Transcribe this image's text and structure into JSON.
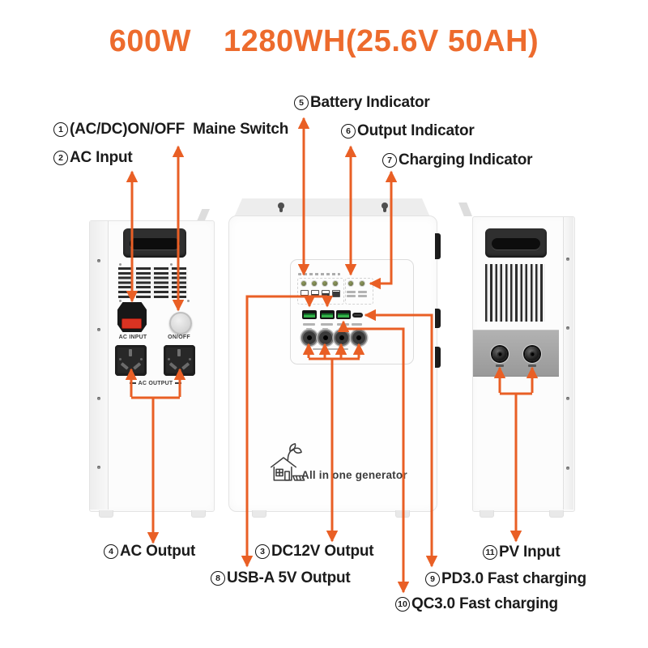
{
  "title": {
    "wattage": "600W",
    "capacity": "1280WH(25.6V 50AH)"
  },
  "callouts": [
    {
      "num": "1",
      "label": "(AC/DC)ON/OFF  Maine Switch"
    },
    {
      "num": "2",
      "label": "AC Input"
    },
    {
      "num": "3",
      "label": "DC12V Output"
    },
    {
      "num": "4",
      "label": "AC Output"
    },
    {
      "num": "5",
      "label": "Battery Indicator"
    },
    {
      "num": "6",
      "label": "Output Indicator"
    },
    {
      "num": "7",
      "label": "Charging Indicator"
    },
    {
      "num": "8",
      "label": "USB-A 5V Output"
    },
    {
      "num": "9",
      "label": "PD3.0 Fast charging"
    },
    {
      "num": "10",
      "label": "QC3.0 Fast charging"
    },
    {
      "num": "11",
      "label": "PV Input"
    }
  ],
  "left_panel": {
    "ac_input_label": "AC INPUT",
    "on_off_label": "ON/OFF",
    "ac_output_label": "AC OUTPUT"
  },
  "center_panel": {
    "logo_text": "All in one generator"
  },
  "colors": {
    "accent_orange": "#E95F25",
    "title_orange": "#ED6B2D",
    "text_black": "#1B1B1B",
    "usb_green": "#35B24A",
    "ac_input_red": "#DA3322"
  }
}
